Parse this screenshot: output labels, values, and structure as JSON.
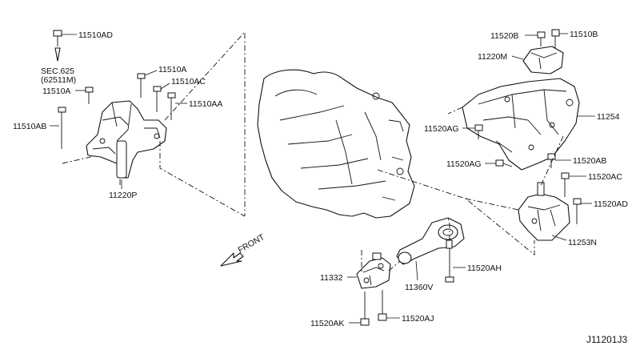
{
  "labels": {
    "l_11510AD": "11510AD",
    "sec_line1": "SEC.625",
    "sec_line2": "(62511M)",
    "l_11510A_top": "11510A",
    "l_11510AC": "11510AC",
    "l_11510A_left": "11510A",
    "l_11510AA": "11510AA",
    "l_11510AB": "11510AB",
    "l_11220P": "11220P",
    "l_11520B": "11520B",
    "l_11510B": "11510B",
    "l_11220M": "11220M",
    "l_11254": "11254",
    "l_11520AG_1": "11520AG",
    "l_11520AB": "11520AB",
    "l_11520AG_2": "11520AG",
    "l_11520AC": "11520AC",
    "l_11520AD": "11520AD",
    "l_11253N": "11253N",
    "l_11332": "11332",
    "l_11520AH": "11520AH",
    "l_11360V": "11360V",
    "l_11520AK": "11520AK",
    "l_11520AJ": "11520AJ",
    "front": "FRONT",
    "diagram_code": "J11201J3"
  }
}
